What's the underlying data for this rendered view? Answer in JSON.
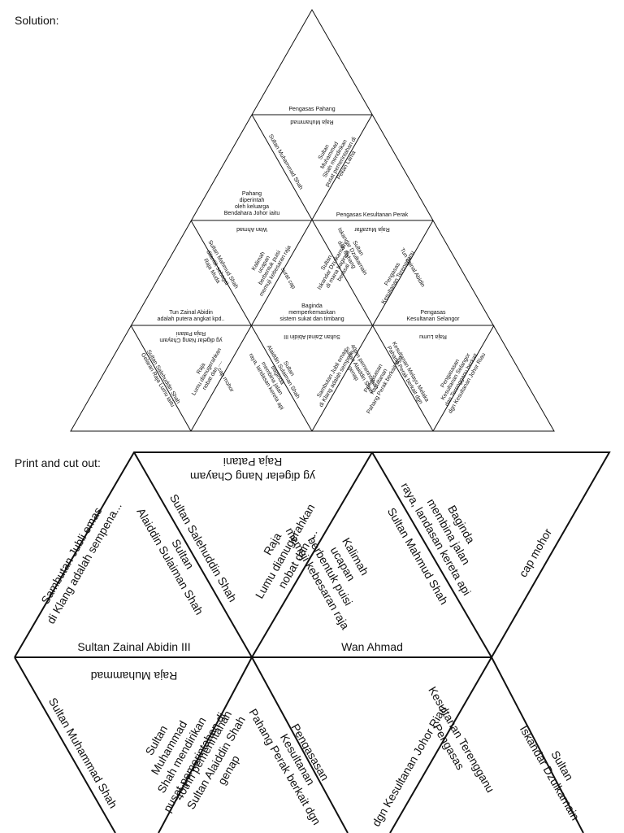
{
  "headings": {
    "solution": "Solution:",
    "print": "Print and cut out:"
  },
  "solution_tiles": {
    "top": {
      "base": "Pengasas Pahang"
    },
    "row2_inv": {
      "top": "Raja Muhammad",
      "left": "Sultan Muhammad Shah",
      "right": [
        "Sultan",
        "Muhammad",
        "Shah mendirikan",
        "pusat pemerintahan di",
        "Pekan Lama"
      ]
    },
    "row2_left": {
      "note": [
        "Pahang",
        "diperintah",
        "oleh keluarga",
        "Bendahara Johor iaitu"
      ],
      "right": "Sultan Muhammad Shah"
    },
    "row2_right": {
      "base": "Pengasas Kesultanan Perak"
    },
    "row3_inv_left": {
      "top": "Wan Ahmad",
      "left": [
        "Sultan Mahmud Shah",
        "dilantik sebagai",
        "Raja Muda"
      ],
      "right": [
        "Kalimah",
        "ucapan",
        "berbentuk puisi",
        "memuji kebesaran raja"
      ]
    },
    "row3_mid": {
      "note": [
        "Baginda",
        "memperkemaskan",
        "sistem sukat dan timbang"
      ],
      "left": "surat cap",
      "right": [
        "Sultan",
        "Iskandar Dzulkarnain",
        "di mana baginda",
        "berasal"
      ]
    },
    "row3_inv_right": {
      "top": "Raja Muzaffar",
      "left": [
        "Sultan",
        "Iskandar Dzulkarnain",
        "dan Pahang"
      ],
      "right": [
        "Pengasas",
        "Kesultanan Terengganu"
      ]
    },
    "row3_far_right": {
      "left": "Tun Zainal Abidin"
    },
    "row3_left": {
      "note": [
        "Tun Zainal Abidin",
        "adalah putera angkat kpd.."
      ]
    },
    "row3_right": {
      "note": [
        "Pengasas",
        "Kesultanan Selangor"
      ]
    },
    "row4_inv_1": {
      "top": [
        "yg digelar Nang Chayam",
        "Raja Patani"
      ],
      "left": [
        "Sultan Salehuddin Shah",
        "Gelaran Raja Lumu iaitu"
      ],
      "right": [
        "Raja",
        "Lumu dianugerahkan",
        "nobat dan ...."
      ]
    },
    "row4_2": {
      "left": "cap mohor",
      "right": [
        "Sultan",
        "Alaiddin Sulaiman Shah",
        "Baginda",
        "membina jalan",
        "raya, landasan kereta api"
      ]
    },
    "row4_inv_3": {
      "top": "Sultan Zainal Abidin III",
      "left": [
        "Sambutan Jubli emas",
        "di Klang adalah sempena..."
      ],
      "right": [
        "40thn pemerintahan",
        "Sultan Alaiddin Shah",
        "genap"
      ]
    },
    "row4_4": {
      "left": [
        "Pengasasan",
        "Kesultanan",
        "Pahang Perak berkait dgn"
      ],
      "right": [
        "Kesultanan Melayu Melaka",
        "Pahang Perak berkait dgn"
      ]
    },
    "row4_inv_5": {
      "top": "Raja Lumu",
      "left": [
        "Pengasasan",
        "Kesultanan Selangor",
        "dan Terengganu berkait",
        "dgn Kesultanan Johor Riau"
      ]
    }
  },
  "cut_tiles": {
    "A": {
      "text": [
        "Sambutan Jubli emas",
        "di Klang adalah sempena..."
      ]
    },
    "B": {
      "top": [
        "yg digelar Nang Chayam",
        "Raja Patani"
      ],
      "left": "Sultan Salehuddin Shah",
      "left2": [
        "Sultan",
        "Alaiddin Sulaiman Shah"
      ],
      "right": [
        "Raja",
        "Lumu dianugerahkan",
        "nobat dan ...."
      ]
    },
    "C": {
      "base": "Sultan Zainal Abidin III",
      "right": [
        "Kalimah",
        "ucapan",
        "berbentuk puisi",
        "memuji kebesaran raja"
      ]
    },
    "D": {
      "left": "Sultan Mahmud Shah",
      "right": [
        "Baginda",
        "membina jalan",
        "raya, landasan kereta api"
      ],
      "base": "Wan Ahmad"
    },
    "E": {
      "right": "cap mohor"
    },
    "F": {
      "top": "Raja Muhammad",
      "left": "Sultan Muhammad Shah",
      "right": [
        "Sultan",
        "Muhammad",
        "Shah mendirikan",
        "pusat pemerintahan di"
      ]
    },
    "G": {
      "left": [
        "40thn pemerintahan",
        "Sultan Alaiddin Shah",
        "genap"
      ],
      "right": [
        "Pengasasan",
        "Kesultanan",
        "Pahang Perak berkait dgn"
      ]
    },
    "H": {
      "left": "dgn Kesultanan Johor Riau",
      "right": [
        "Kesultanan Terengganu",
        "Pengasas"
      ]
    },
    "I": {
      "left": [
        "Sultan",
        "Iskandar Dzulkarnain"
      ]
    }
  }
}
